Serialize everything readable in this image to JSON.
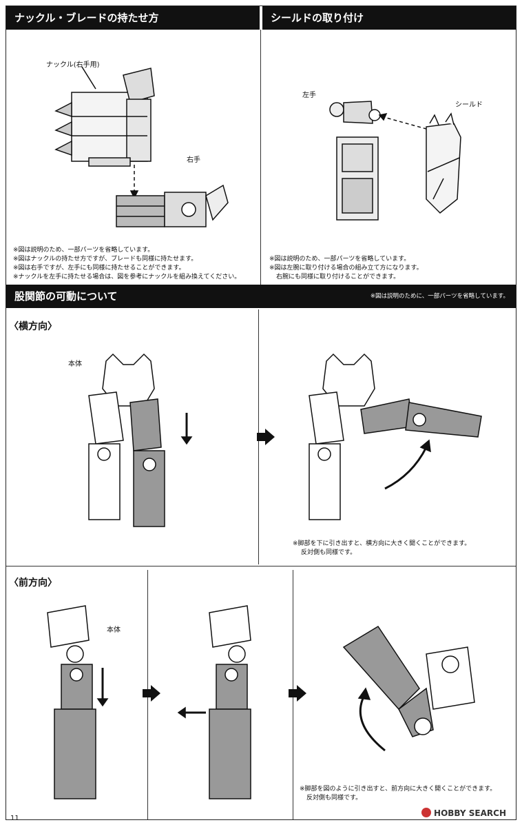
{
  "sections": {
    "knuckle": {
      "title": "ナックル・ブレードの持たせ方",
      "label_knuckle": "ナックル(右手用)",
      "label_hand": "右手",
      "notes": [
        "※図は説明のため、一部パーツを省略しています。",
        "※図はナックルの持たせ方ですが、ブレードも同様に持たせます。",
        "※図は右手ですが、左手にも同様に持たせることができます。",
        "※ナックルを左手に持たせる場合は、図を参考にナックルを組み換えてください。"
      ]
    },
    "shield": {
      "title": "シールドの取り付け",
      "label_hand": "左手",
      "label_shield": "シールド",
      "notes": [
        "※図は説明のため、一部パーツを省略しています。",
        "※図は左腕に取り付ける場合の組み立て方になります。",
        "右腕にも同様に取り付けることができます。"
      ]
    },
    "hip": {
      "title": "股関節の可動について",
      "note": "※図は説明のために、一部パーツを省略しています。",
      "side": {
        "heading": "〈横方向〉",
        "label_body": "本体",
        "notes": [
          "※脚部を下に引き出すと、横方向に大きく開くことができます。",
          "反対側も同様です。"
        ]
      },
      "front": {
        "heading": "〈前方向〉",
        "label_body": "本体",
        "notes": [
          "※脚部を図のように引き出すと、前方向に大きく開くことができます。",
          "反対側も同様です。"
        ]
      }
    }
  },
  "footer": {
    "page": "11",
    "watermark": "HOBBY SEARCH"
  }
}
